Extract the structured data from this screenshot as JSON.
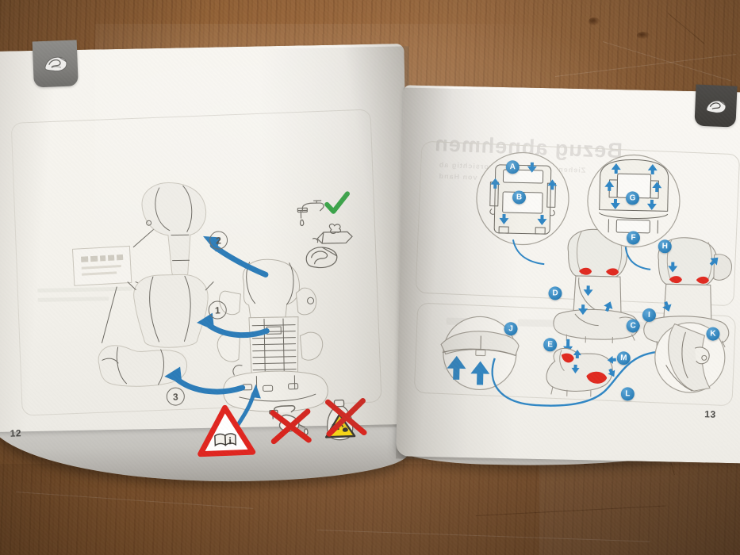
{
  "document": {
    "type": "printed instruction manual spread",
    "subject": "child booster car seat cover removal and cleaning instructions",
    "surface": "wooden table"
  },
  "left_page": {
    "page_number": "12",
    "header_tab": {
      "icon": "cleaning-cloth-icon",
      "color": "#7f7e7b"
    },
    "steps": [
      {
        "number": "1",
        "description": "remove backrest cover"
      },
      {
        "number": "2",
        "description": "remove headrest cover"
      },
      {
        "number": "3",
        "description": "remove seat base cover"
      }
    ],
    "care_label": {
      "name": "washing-care-label",
      "symbol_count": 5
    },
    "cleaning_icons": {
      "check": "✔",
      "check_color": "#2aa33c",
      "items": [
        "faucet-water-icon",
        "soap-sponge-icon",
        "cleaning-cloth-icon"
      ]
    },
    "warnings": [
      {
        "name": "read-manual-warning",
        "type": "triangle",
        "color": "#e0251f",
        "glyph": "book-i-icon"
      },
      {
        "name": "no-machine-wash-warning",
        "type": "crossed-out",
        "cross_color": "#d8241d",
        "glyph": "washing-machine-icon"
      },
      {
        "name": "no-chemicals-warning",
        "type": "crossed-out",
        "cross_color": "#d8241d",
        "glyph": "corrosive-bottle-icon",
        "hazard_color": "#f5d417"
      }
    ]
  },
  "right_page": {
    "page_number": "13",
    "header_tab": {
      "icon": "cleaning-cloth-icon",
      "color": "#3e3c39"
    },
    "panel_top": {
      "name": "cover-attachment-points-panel",
      "callouts": [
        "A",
        "B",
        "C",
        "D",
        "E",
        "F",
        "G",
        "H",
        "I"
      ],
      "detail_circles": [
        {
          "label_primary": "A",
          "label_secondary": "B",
          "view": "seat-base-underside"
        },
        {
          "label_primary": "G",
          "label_secondary": "F",
          "view": "backrest-rear"
        }
      ],
      "seat_views": [
        {
          "labels": [
            "C",
            "D",
            "E"
          ],
          "view": "booster-seat-front-left"
        },
        {
          "labels": [
            "H",
            "I"
          ],
          "view": "booster-seat-front-right"
        }
      ],
      "highlight_color": "#e02a20"
    },
    "panel_bottom": {
      "name": "cover-refit-panel",
      "callouts": [
        "J",
        "K",
        "L",
        "M"
      ],
      "highlight_color": "#e02a20"
    }
  },
  "palette": {
    "paper": "#f5f3ee",
    "paper_edge": "#c4c2bd",
    "outline": "#6d6a63",
    "arrow_blue": "#2c7cb8",
    "callout_blue": "#2b7fb8",
    "warn_red": "#d8241d",
    "check_green": "#2aa33c",
    "hazard_yellow": "#f5d417",
    "wood": "#9a6637"
  }
}
